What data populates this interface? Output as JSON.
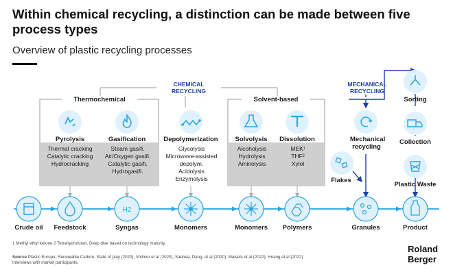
{
  "header": {
    "title": "Within chemical recycling, a distinction can be made between five process types",
    "subtitle": "Overview of plastic recycling processes"
  },
  "categories": {
    "chemical": "CHEMICAL RECYCLING",
    "mechanical": "MECHANICAL RECYCLING"
  },
  "groups": {
    "thermochemical": "Thermochemical",
    "solvent": "Solvent-based"
  },
  "processes": [
    {
      "title": "Pyrolysis",
      "items": [
        "Thermal cracking",
        "Catalytic cracking",
        "Hydrocracking"
      ],
      "icon": "sparkle-icon"
    },
    {
      "title": "Gasification",
      "items": [
        "Steam gasifi.",
        "Air/Oxygen gasifi.",
        "Catalytic gasifi.",
        "Hydrogasifi."
      ],
      "icon": "flame-icon"
    },
    {
      "title": "Depolymerization",
      "items": [
        "Glycolysis",
        "Microwave-assisted",
        "depolym.",
        "Acidolysis",
        "Enzymolysis"
      ],
      "icon": "molecule-chain-icon"
    },
    {
      "title": "Solvolysis",
      "items": [
        "Alcoholysis",
        "Hydrolysis",
        "Aminolysis"
      ],
      "icon": "flask-icon"
    },
    {
      "title": "Dissolution",
      "items": [
        "MEK¹",
        "THF²",
        "Xylol"
      ],
      "icon": "dissolution-icon"
    }
  ],
  "mechanical": {
    "process": "Mechanical recycling",
    "sorting": "Sorting",
    "collection": "Collection",
    "plastic_waste": "Plastic Waste",
    "flakes": "Flakes"
  },
  "products": [
    "Crude oil",
    "Feedstock",
    "Syngas",
    "Monomers",
    "Monomers",
    "Polymers",
    "Granules",
    "Product"
  ],
  "icon_labels": {
    "h2": "H2"
  },
  "footnote": "1 Methyl ethyl ketone   2 Tetrahydrofuran, Deep dive based on technology maturity",
  "source": {
    "label": "Source",
    "line1": "Plastic Europe, Renewable Carbon,  State of play (2020), Vollmer et al (2020), Saebea, Dang, et al (2020), Maisels et al (2022), Hoang et al (2022)",
    "line2": "Interviews with market participants,"
  },
  "brand": {
    "line1": "Roland",
    "line2": "Berger"
  },
  "colors": {
    "accent": "#1f3fa8",
    "icon_blue": "#2aa6e6",
    "icon_fill": "#dff1fc",
    "bottom_line": "#29a3e3",
    "box_grey": "#cfcfcf"
  }
}
